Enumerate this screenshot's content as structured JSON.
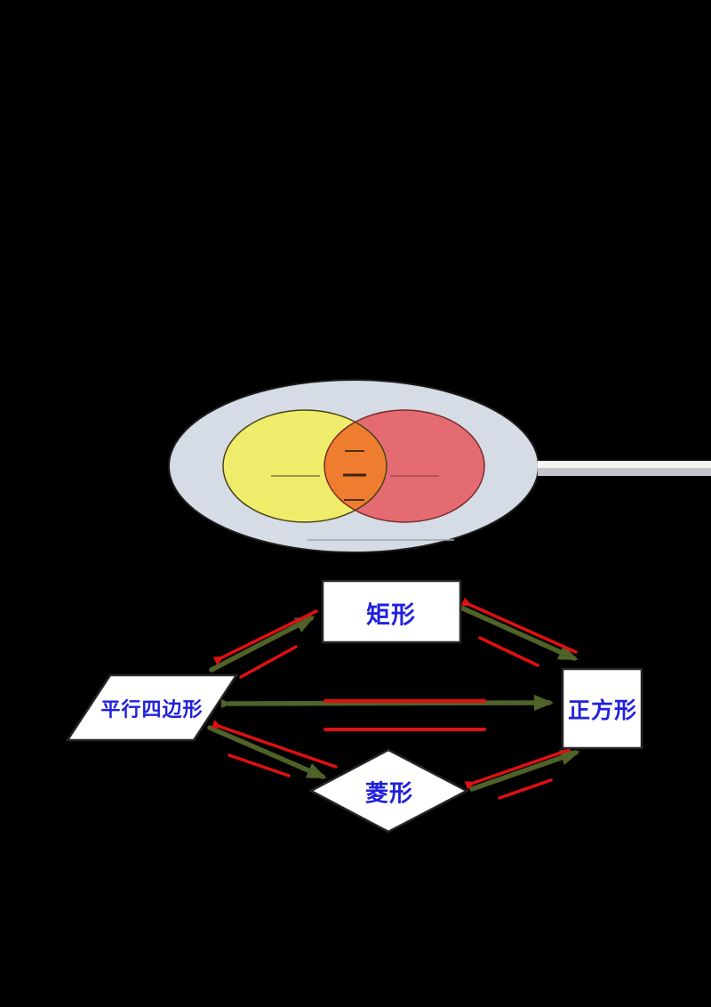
{
  "background_color": "#000000",
  "venn": {
    "outer_fill": "#d6dce6",
    "outer_stroke": "#1c1c1c",
    "left_circle_fill": "#efec6c",
    "right_circle_fill": "#e36b71",
    "overlap_fill": "#ef7d2f",
    "callout_stripe_white": "#f4f4f4",
    "callout_stripe_gray": "#c7c7cb"
  },
  "flowchart": {
    "label_color": "#2121dd",
    "node_fill": "#ffffff",
    "node_border_color": "#262626",
    "forward_arrow_color": "#4f6228",
    "reverse_arrow_color": "#e01010",
    "nodes": [
      {
        "id": "rectangle",
        "label": "矩形",
        "shape": "rectangle"
      },
      {
        "id": "parallelogram",
        "label": "平行四边形",
        "shape": "parallelogram"
      },
      {
        "id": "square",
        "label": "正方形",
        "shape": "square"
      },
      {
        "id": "rhombus",
        "label": "菱形",
        "shape": "rhombus"
      }
    ],
    "connections": [
      {
        "from": "parallelogram",
        "to": "rectangle",
        "forward_color": "#4f6228",
        "reverse_color": "#e01010"
      },
      {
        "from": "rectangle",
        "to": "square",
        "forward_color": "#4f6228",
        "reverse_color": "#e01010"
      },
      {
        "from": "parallelogram",
        "to": "square",
        "forward_color": "#4f6228",
        "reverse_color": "#e01010"
      },
      {
        "from": "parallelogram",
        "to": "rhombus",
        "forward_color": "#4f6228",
        "reverse_color": "#e01010"
      },
      {
        "from": "rhombus",
        "to": "square",
        "forward_color": "#4f6228",
        "reverse_color": "#e01010"
      }
    ]
  }
}
